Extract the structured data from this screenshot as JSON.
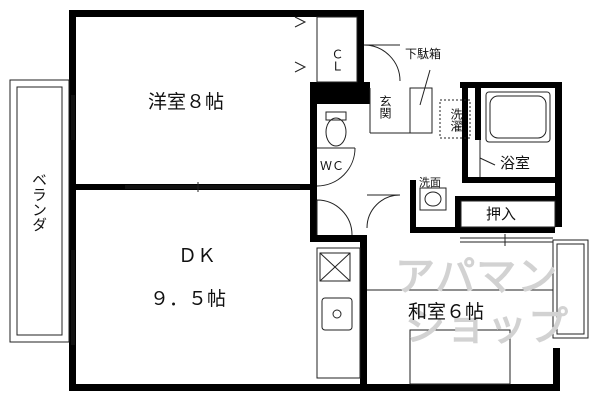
{
  "rooms": {
    "western_room": "洋室８帖",
    "dk_line1": "ＤＫ",
    "dk_line2": "９．５帖",
    "japanese_room": "和室６帖",
    "bath": "浴室",
    "closet_cl": "ＣＬ",
    "entrance": "玄関",
    "wc": "ＷＣ",
    "washroom": "洗面",
    "laundry": "洗濯",
    "shoe_box": "下駄箱",
    "closet_oshiire": "押入",
    "veranda": "ベランダ"
  },
  "watermark": {
    "line1": "アパマン",
    "line2": "ショップ"
  },
  "colors": {
    "wall": "#000000",
    "line": "#222222",
    "watermark": "#d2d2d2"
  }
}
